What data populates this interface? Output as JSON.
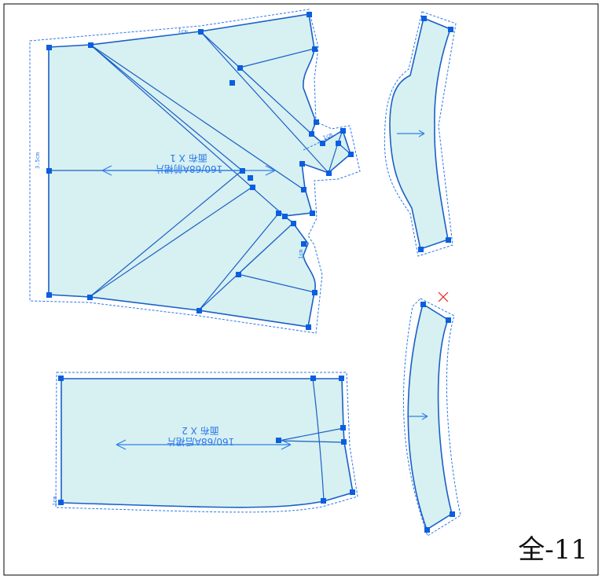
{
  "sheet_label": "全-11",
  "front_piece": {
    "name": "160/68A前裙片",
    "cut": "面布 X 1",
    "dim_left": "3.5cm",
    "dim_top": "1cm",
    "dim_dart": "1cm",
    "dim_side": "1cm"
  },
  "back_piece": {
    "name": "160/68A后裙片",
    "cut": "面布 X 2",
    "dim_left": "1cm"
  },
  "colors": {
    "piece_fill": "#d7f0f1",
    "outline": "#1a5fc8",
    "seam_allowance": "#2a78ea",
    "node": "#0a5ee0",
    "cross_marker": "#e0281e"
  }
}
